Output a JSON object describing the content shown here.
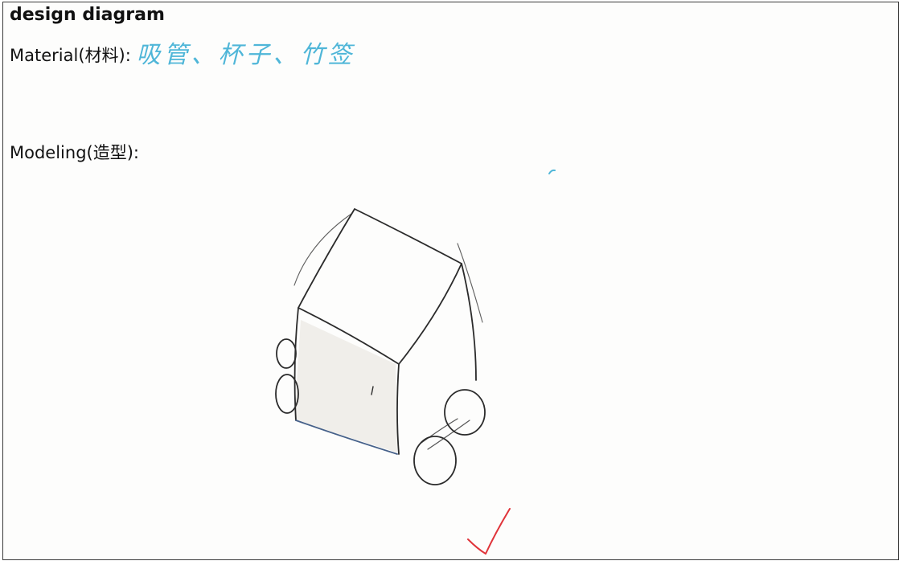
{
  "worksheet": {
    "title": "design diagram",
    "material_label": "Material(材料): ",
    "material_value": "吸管、杯子、竹签",
    "modeling_label": "Modeling(造型):"
  },
  "drawing": {
    "subject": "cart",
    "check_mark": "✓"
  },
  "colors": {
    "ink": "#2b2b2b",
    "handwriting": "#4fb6d8",
    "check": "#e0343a",
    "border": "#3a3a3a"
  }
}
